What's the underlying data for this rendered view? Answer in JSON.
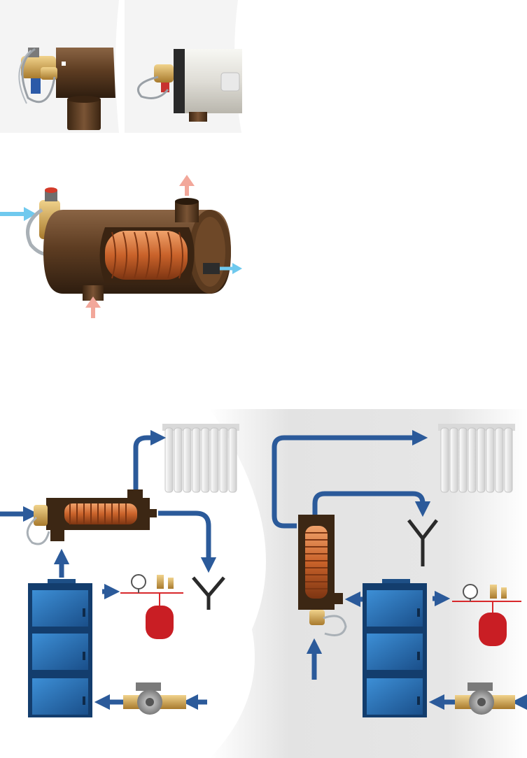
{
  "products": [
    {
      "id": "exchanger-brown",
      "label": ""
    },
    {
      "id": "exchanger-white",
      "label": ""
    }
  ],
  "cutaway": {
    "inlet_cold_color": "#6fc9ee",
    "inlet_hot_color": "#f2a79a",
    "body_color": "#4e3219",
    "coil_color": "#c86a2e"
  },
  "schemes": [
    {
      "id": "horizontal-installation",
      "exchanger": "horizontal"
    },
    {
      "id": "vertical-installation",
      "exchanger": "vertical"
    }
  ],
  "colors": {
    "flow_arrow": "#2b5a9a",
    "boiler": "#1f68b3",
    "boiler_frame": "#123d6e",
    "pipe": "#d8282b",
    "vessel": "#c91e24",
    "radiator": "#efefef",
    "background_panel": "#e6e6e6"
  },
  "icons": [
    "radiator-icon",
    "boiler-icon",
    "pump-icon",
    "expansion-vessel-icon",
    "pressure-gauge-icon",
    "safety-valve-icon",
    "drain-funnel-icon",
    "thermostatic-valve-icon"
  ]
}
